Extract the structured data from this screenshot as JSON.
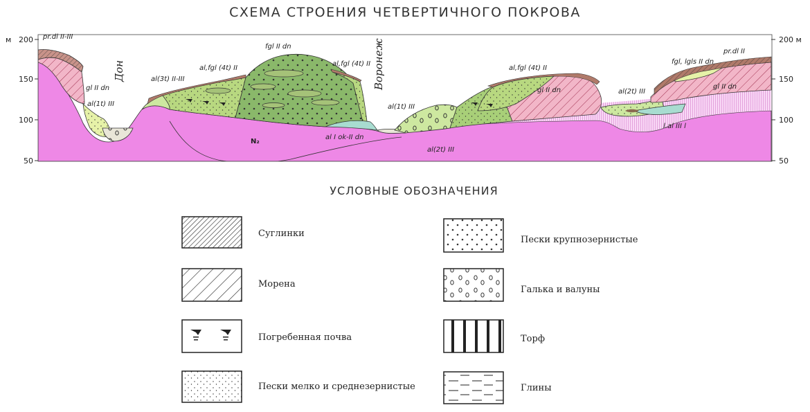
{
  "title": "СХЕМА СТРОЕНИЯ ЧЕТВЕРТИЧНОГО ПОКРОВА",
  "axis": {
    "unit": "м",
    "left_ticks": [
      "200",
      "150",
      "100",
      "50"
    ],
    "right_ticks": [
      "200 м",
      "150",
      "100",
      "50"
    ]
  },
  "rivers": {
    "don": "Дон",
    "voronezh": "Воронеж"
  },
  "layer_labels": {
    "pr_dl_2_3": "pr.dl II-III",
    "gl_2_dn_left": "gl II dn",
    "al_1t_3_left": "al(1t) III",
    "al_3t_2_3": "al(3t) II-III",
    "al_fgl_4t_2_left": "al,fgl (4t) II",
    "fgl_2_dn": "fgl II dn",
    "al_fgl_4t_2_center": "al,fgl (4t) II",
    "al_1_ok_2_dn": "al I ok-II dn",
    "n2": "N₂",
    "al_1t_3_right": "al(1t) III",
    "al_2t_3_center": "al(2t) III",
    "al_fgl_4t_2_right": "al,fgl (4t) II",
    "gl_2_dn_mid": "gl II dn",
    "al_2t_3_right": "al(2t) III",
    "fgl_lgls_2_dn": "fgl, lgls II dn",
    "pr_dl_2": "pr.dl II",
    "gl_2_dn_right": "gl II dn",
    "l_al_3_l": "l.al III l"
  },
  "legend": {
    "title": "УСЛОВНЫЕ ОБОЗНАЧЕНИЯ",
    "items": [
      {
        "label": "Суглинки",
        "pattern": "dense-hatch"
      },
      {
        "label": "Морена",
        "pattern": "sparse-hatch"
      },
      {
        "label": "Погребенная почва",
        "pattern": "buried-soil"
      },
      {
        "label": "Пески мелко и среднезернистые",
        "pattern": "fine-dots"
      },
      {
        "label": "Пески крупнозернистые",
        "pattern": "coarse-dots"
      },
      {
        "label": "Галька и валуны",
        "pattern": "pebbles"
      },
      {
        "label": "Торф",
        "pattern": "vertical-bars"
      },
      {
        "label": "Глины",
        "pattern": "dashes"
      }
    ]
  },
  "colors": {
    "bedrock": "#ee88e6",
    "bedrock_light": "#f4b8ee",
    "moraine_pink": "#f2b6c8",
    "green_light": "#cde8a0",
    "green_mid": "#a8cf78",
    "green_dark": "#8ab86a",
    "loam_brown": "#b07a6a"
  }
}
